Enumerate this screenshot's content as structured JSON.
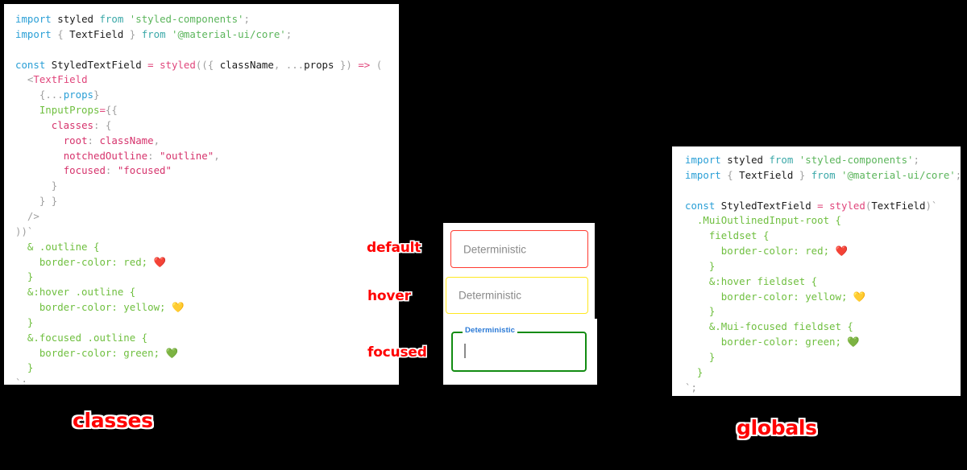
{
  "caption_left": "classes",
  "caption_right": "globals",
  "annotations": {
    "default": "default",
    "hover": "hover",
    "focused": "focused"
  },
  "colors": {
    "default_border": "#ff3b30",
    "hover_border": "#ffe81f",
    "focused_border": "#128c12",
    "focused_label": "#2979d6",
    "annotation": "#ff0000",
    "panel_background": "#ffffff",
    "page_background": "#000000"
  },
  "textfields": {
    "default": {
      "label": "Deterministic",
      "state": "default"
    },
    "hover": {
      "label": "Deterministic",
      "state": "hover"
    },
    "focused": {
      "label": "Deterministic",
      "state": "focused",
      "value": ""
    }
  },
  "code_classes": {
    "title": "classes",
    "lines": [
      [
        {
          "t": "import",
          "c": "kw"
        },
        {
          "t": " ",
          "c": "plain"
        },
        {
          "t": "styled",
          "c": "plain"
        },
        {
          "t": " ",
          "c": "plain"
        },
        {
          "t": "from",
          "c": "from"
        },
        {
          "t": " ",
          "c": "plain"
        },
        {
          "t": "'styled-components'",
          "c": "str"
        },
        {
          "t": ";",
          "c": "punct"
        }
      ],
      [
        {
          "t": "import",
          "c": "kw"
        },
        {
          "t": " ",
          "c": "plain"
        },
        {
          "t": "{",
          "c": "punct"
        },
        {
          "t": " TextField ",
          "c": "plain"
        },
        {
          "t": "}",
          "c": "punct"
        },
        {
          "t": " ",
          "c": "plain"
        },
        {
          "t": "from",
          "c": "from"
        },
        {
          "t": " ",
          "c": "plain"
        },
        {
          "t": "'@material-ui/core'",
          "c": "str"
        },
        {
          "t": ";",
          "c": "punct"
        }
      ],
      [
        {
          "t": "",
          "c": "plain"
        }
      ],
      [
        {
          "t": "const",
          "c": "kw"
        },
        {
          "t": " StyledTextField ",
          "c": "plain"
        },
        {
          "t": "=",
          "c": "op"
        },
        {
          "t": " ",
          "c": "plain"
        },
        {
          "t": "styled",
          "c": "fn"
        },
        {
          "t": "((",
          "c": "punct"
        },
        {
          "t": "{ ",
          "c": "punct"
        },
        {
          "t": "className",
          "c": "plain"
        },
        {
          "t": ",",
          "c": "punct"
        },
        {
          "t": " ",
          "c": "plain"
        },
        {
          "t": "...",
          "c": "punct"
        },
        {
          "t": "props",
          "c": "plain"
        },
        {
          "t": " })",
          "c": "punct"
        },
        {
          "t": " ",
          "c": "plain"
        },
        {
          "t": "=>",
          "c": "op"
        },
        {
          "t": " (",
          "c": "punct"
        }
      ],
      [
        {
          "t": "  ",
          "c": "plain"
        },
        {
          "t": "<",
          "c": "punct"
        },
        {
          "t": "TextField",
          "c": "tag"
        }
      ],
      [
        {
          "t": "    ",
          "c": "plain"
        },
        {
          "t": "{",
          "c": "punct"
        },
        {
          "t": "...",
          "c": "punct"
        },
        {
          "t": "props",
          "c": "blue"
        },
        {
          "t": "}",
          "c": "punct"
        }
      ],
      [
        {
          "t": "    ",
          "c": "plain"
        },
        {
          "t": "InputProps",
          "c": "attr"
        },
        {
          "t": "=",
          "c": "op"
        },
        {
          "t": "{{",
          "c": "punct"
        }
      ],
      [
        {
          "t": "      ",
          "c": "plain"
        },
        {
          "t": "classes",
          "c": "prop"
        },
        {
          "t": ": ",
          "c": "punct"
        },
        {
          "t": "{",
          "c": "punct"
        }
      ],
      [
        {
          "t": "        ",
          "c": "plain"
        },
        {
          "t": "root",
          "c": "prop"
        },
        {
          "t": ": ",
          "c": "punct"
        },
        {
          "t": "className",
          "c": "prop"
        },
        {
          "t": ",",
          "c": "punct"
        }
      ],
      [
        {
          "t": "        ",
          "c": "plain"
        },
        {
          "t": "notchedOutline",
          "c": "prop"
        },
        {
          "t": ": ",
          "c": "punct"
        },
        {
          "t": "\"outline\"",
          "c": "prop"
        },
        {
          "t": ",",
          "c": "punct"
        }
      ],
      [
        {
          "t": "        ",
          "c": "plain"
        },
        {
          "t": "focused",
          "c": "prop"
        },
        {
          "t": ": ",
          "c": "punct"
        },
        {
          "t": "\"focused\"",
          "c": "prop"
        }
      ],
      [
        {
          "t": "      ",
          "c": "plain"
        },
        {
          "t": "}",
          "c": "punct"
        }
      ],
      [
        {
          "t": "    ",
          "c": "plain"
        },
        {
          "t": "} }",
          "c": "punct"
        }
      ],
      [
        {
          "t": "  ",
          "c": "plain"
        },
        {
          "t": "/>",
          "c": "punct"
        }
      ],
      [
        {
          "t": "))`",
          "c": "punct"
        }
      ],
      [
        {
          "t": "  ",
          "c": "plain"
        },
        {
          "t": "& .outline {",
          "c": "css"
        }
      ],
      [
        {
          "t": "    ",
          "c": "plain"
        },
        {
          "t": "border-color: red; ",
          "c": "css"
        },
        {
          "t": "❤️",
          "c": "emoji"
        }
      ],
      [
        {
          "t": "  ",
          "c": "plain"
        },
        {
          "t": "}",
          "c": "css"
        }
      ],
      [
        {
          "t": "  ",
          "c": "plain"
        },
        {
          "t": "&:hover .outline {",
          "c": "css"
        }
      ],
      [
        {
          "t": "    ",
          "c": "plain"
        },
        {
          "t": "border-color: yellow; ",
          "c": "css"
        },
        {
          "t": "💛",
          "c": "emoji"
        }
      ],
      [
        {
          "t": "  ",
          "c": "plain"
        },
        {
          "t": "}",
          "c": "css"
        }
      ],
      [
        {
          "t": "  ",
          "c": "plain"
        },
        {
          "t": "&.focused .outline {",
          "c": "css"
        }
      ],
      [
        {
          "t": "    ",
          "c": "plain"
        },
        {
          "t": "border-color: green; ",
          "c": "css"
        },
        {
          "t": "💚",
          "c": "emoji"
        }
      ],
      [
        {
          "t": "  ",
          "c": "plain"
        },
        {
          "t": "}",
          "c": "css"
        }
      ],
      [
        {
          "t": "`;",
          "c": "gray"
        }
      ]
    ]
  },
  "code_globals": {
    "title": "globals",
    "lines": [
      [
        {
          "t": "import",
          "c": "kw"
        },
        {
          "t": " ",
          "c": "plain"
        },
        {
          "t": "styled",
          "c": "plain"
        },
        {
          "t": " ",
          "c": "plain"
        },
        {
          "t": "from",
          "c": "from"
        },
        {
          "t": " ",
          "c": "plain"
        },
        {
          "t": "'styled-components'",
          "c": "str"
        },
        {
          "t": ";",
          "c": "punct"
        }
      ],
      [
        {
          "t": "import",
          "c": "kw"
        },
        {
          "t": " ",
          "c": "plain"
        },
        {
          "t": "{",
          "c": "punct"
        },
        {
          "t": " TextField ",
          "c": "plain"
        },
        {
          "t": "}",
          "c": "punct"
        },
        {
          "t": " ",
          "c": "plain"
        },
        {
          "t": "from",
          "c": "from"
        },
        {
          "t": " ",
          "c": "plain"
        },
        {
          "t": "'@material-ui/core'",
          "c": "str"
        },
        {
          "t": ";",
          "c": "punct"
        }
      ],
      [
        {
          "t": "",
          "c": "plain"
        }
      ],
      [
        {
          "t": "const",
          "c": "kw"
        },
        {
          "t": " StyledTextField ",
          "c": "plain"
        },
        {
          "t": "=",
          "c": "op"
        },
        {
          "t": " ",
          "c": "plain"
        },
        {
          "t": "styled",
          "c": "fn"
        },
        {
          "t": "(",
          "c": "punct"
        },
        {
          "t": "TextField",
          "c": "plain"
        },
        {
          "t": ")`",
          "c": "punct"
        }
      ],
      [
        {
          "t": "  ",
          "c": "plain"
        },
        {
          "t": ".MuiOutlinedInput-root {",
          "c": "css"
        }
      ],
      [
        {
          "t": "    ",
          "c": "plain"
        },
        {
          "t": "fieldset {",
          "c": "css"
        }
      ],
      [
        {
          "t": "      ",
          "c": "plain"
        },
        {
          "t": "border-color: red; ",
          "c": "css"
        },
        {
          "t": "❤️",
          "c": "emoji"
        }
      ],
      [
        {
          "t": "    ",
          "c": "plain"
        },
        {
          "t": "}",
          "c": "css"
        }
      ],
      [
        {
          "t": "    ",
          "c": "plain"
        },
        {
          "t": "&:hover fieldset {",
          "c": "css"
        }
      ],
      [
        {
          "t": "      ",
          "c": "plain"
        },
        {
          "t": "border-color: yellow; ",
          "c": "css"
        },
        {
          "t": "💛",
          "c": "emoji"
        }
      ],
      [
        {
          "t": "    ",
          "c": "plain"
        },
        {
          "t": "}",
          "c": "css"
        }
      ],
      [
        {
          "t": "    ",
          "c": "plain"
        },
        {
          "t": "&.Mui-focused fieldset {",
          "c": "css"
        }
      ],
      [
        {
          "t": "      ",
          "c": "plain"
        },
        {
          "t": "border-color: green; ",
          "c": "css"
        },
        {
          "t": "💚",
          "c": "emoji"
        }
      ],
      [
        {
          "t": "    ",
          "c": "plain"
        },
        {
          "t": "}",
          "c": "css"
        }
      ],
      [
        {
          "t": "  ",
          "c": "plain"
        },
        {
          "t": "}",
          "c": "css"
        }
      ],
      [
        {
          "t": "`;",
          "c": "gray"
        }
      ]
    ]
  }
}
